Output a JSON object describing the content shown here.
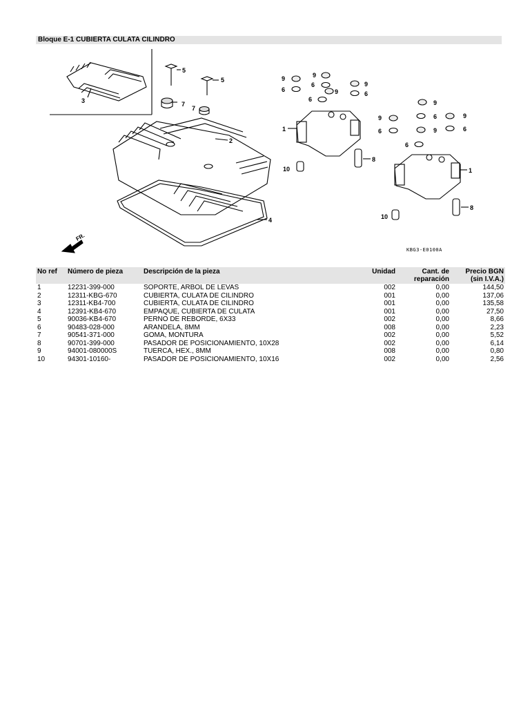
{
  "header": {
    "title": "Bloque  E-1 CUBIERTA CULATA CILINDRO"
  },
  "diagram": {
    "image_code": "KBG3-E0100A",
    "front_label": "FR.",
    "callouts": [
      "1",
      "2",
      "3",
      "4",
      "5",
      "6",
      "7",
      "8",
      "9",
      "10"
    ]
  },
  "table": {
    "headers": {
      "ref": "No ref",
      "part": "Número de pieza",
      "desc": "Descripción de la pieza",
      "unit": "Unidad",
      "qty_line1": "Cant. de",
      "qty_line2": "reparación",
      "price_line1": "Precio BGN",
      "price_line2": "(sin I.V.A.)"
    },
    "rows": [
      {
        "ref": "1",
        "part": "12231-399-000",
        "desc": "SOPORTE, ARBOL DE LEVAS",
        "unit": "002",
        "qty": "0,00",
        "price": "144,50"
      },
      {
        "ref": "2",
        "part": "12311-KBG-670",
        "desc": "CUBIERTA, CULATA DE CILINDRO",
        "unit": "001",
        "qty": "0,00",
        "price": "137,06"
      },
      {
        "ref": "3",
        "part": "12311-KB4-700",
        "desc": "CUBIERTA, CULATA DE CILINDRO",
        "unit": "001",
        "qty": "0,00",
        "price": "135,58"
      },
      {
        "ref": "4",
        "part": "12391-KB4-670",
        "desc": "EMPAQUE, CUBIERTA DE CULATA",
        "unit": "001",
        "qty": "0,00",
        "price": "27,50"
      },
      {
        "ref": "5",
        "part": "90036-KB4-670",
        "desc": "PERNO DE REBORDE, 6X33",
        "unit": "002",
        "qty": "0,00",
        "price": "8,66"
      },
      {
        "ref": "6",
        "part": "90483-028-000",
        "desc": "ARANDELA, 8MM",
        "unit": "008",
        "qty": "0,00",
        "price": "2,23"
      },
      {
        "ref": "7",
        "part": "90541-371-000",
        "desc": "GOMA, MONTURA",
        "unit": "002",
        "qty": "0,00",
        "price": "5,52"
      },
      {
        "ref": "8",
        "part": "90701-399-000",
        "desc": "PASADOR DE POSICIONAMIENTO, 10X28",
        "unit": "002",
        "qty": "0,00",
        "price": "6,14"
      },
      {
        "ref": "9",
        "part": "94001-080000S",
        "desc": "TUERCA, HEX., 8MM",
        "unit": "008",
        "qty": "0,00",
        "price": "0,80"
      },
      {
        "ref": "10",
        "part": "94301-10160-",
        "desc": "PASADOR DE POSICIONAMIENTO, 10X16",
        "unit": "002",
        "qty": "0,00",
        "price": "2,56"
      }
    ]
  }
}
